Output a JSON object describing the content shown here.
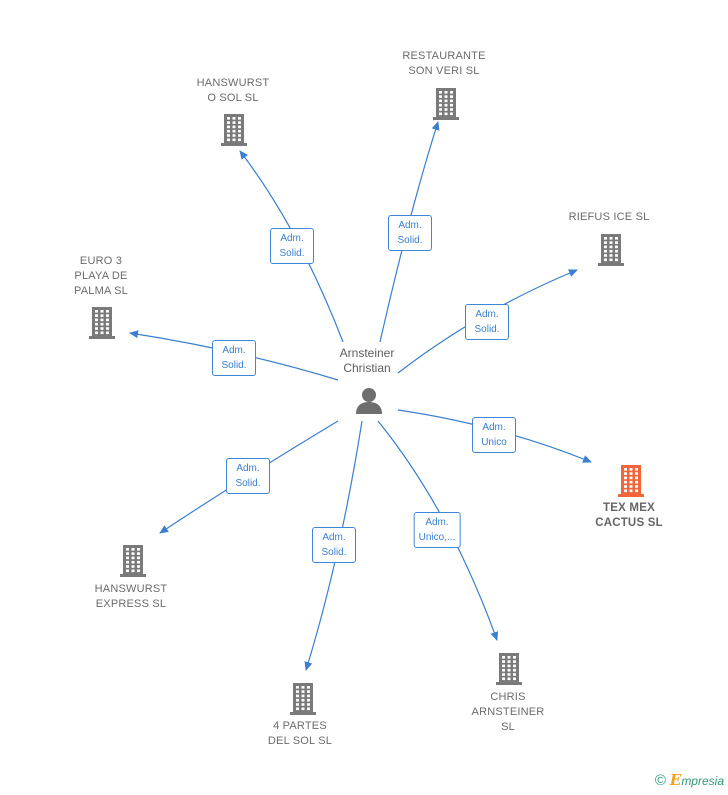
{
  "center": {
    "name": "Arnsteiner\nChristian"
  },
  "companies": [
    {
      "id": "hanswurst-o-sol",
      "name": "HANSWURST\nO SOL  SL",
      "edge": "Adm.\nSolid.",
      "highlight": false
    },
    {
      "id": "restaurante-son-veri",
      "name": "RESTAURANTE\nSON VERI  SL",
      "edge": "Adm.\nSolid.",
      "highlight": false
    },
    {
      "id": "riefus-ice",
      "name": "RIEFUS ICE SL",
      "edge": "Adm.\nSolid.",
      "highlight": false
    },
    {
      "id": "euro3-playa-de-palma",
      "name": "EURO 3\nPLAYA DE\nPALMA  SL",
      "edge": "Adm.\nSolid.",
      "highlight": false
    },
    {
      "id": "tex-mex-cactus",
      "name": "TEX MEX\nCACTUS  SL",
      "edge": "Adm.\nUnico",
      "highlight": true
    },
    {
      "id": "hanswurst-express",
      "name": "HANSWURST\nEXPRESS  SL",
      "edge": "Adm.\nSolid.",
      "highlight": false
    },
    {
      "id": "4-partes-del-sol",
      "name": "4 PARTES\nDEL SOL  SL",
      "edge": "Adm.\nSolid.",
      "highlight": false
    },
    {
      "id": "chris-arnsteiner",
      "name": "CHRIS\nARNSTEINER\nSL",
      "edge": "Adm.\nUnico,...",
      "highlight": false
    }
  ],
  "colors": {
    "edge": "#3a7fd0",
    "building": "#7a7a7a",
    "building_highlight": "#f0663a",
    "person": "#6e6e6e"
  },
  "brand": {
    "copyright": "©",
    "initial": "E",
    "rest": "mpresia"
  }
}
